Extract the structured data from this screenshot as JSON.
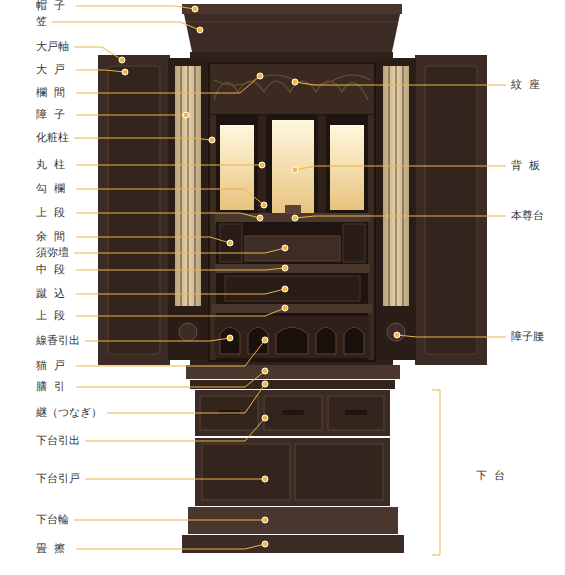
{
  "diagram": {
    "labels": [
      "帽子",
      "笠",
      "大戸軸",
      "大戸",
      "欄間",
      "障子",
      "化粧柱",
      "丸柱",
      "勾欄",
      "上段",
      "余間",
      "須弥壇",
      "中段",
      "蹴込",
      "上段",
      "線香引出",
      "猫戸",
      "膳引",
      "継（つなぎ）",
      "下台引出",
      "下台引戸",
      "下台輪",
      "畳擦",
      "紋座",
      "背板",
      "本尊台",
      "障子腰",
      "下台"
    ]
  }
}
